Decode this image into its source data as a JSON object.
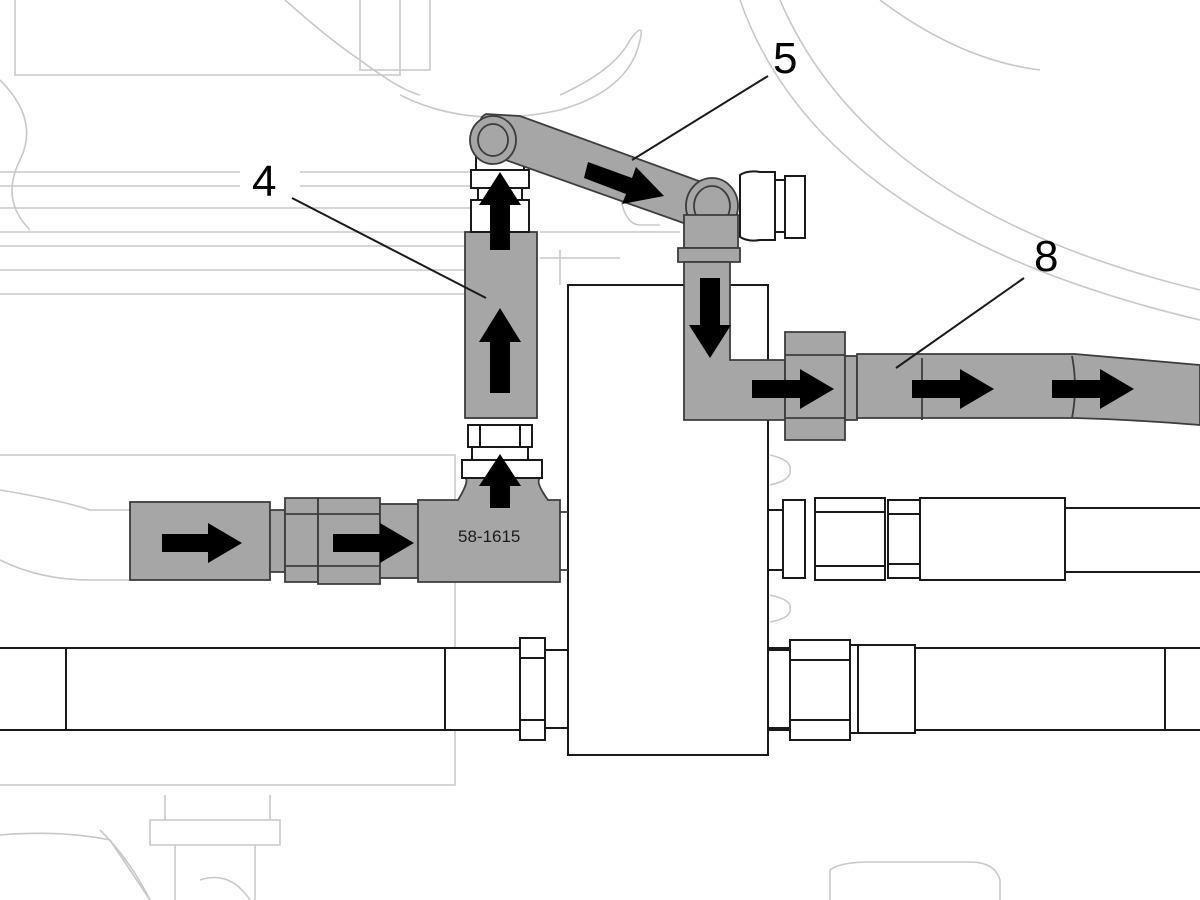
{
  "callouts": [
    {
      "id": "4",
      "label": "4"
    },
    {
      "id": "5",
      "label": "5"
    },
    {
      "id": "8",
      "label": "8"
    }
  ],
  "fitting_stamp": "58-1615",
  "colors": {
    "flow_path": "#a6a6a6",
    "arrow": "#000000",
    "background_lines": "#c8c8c8",
    "outline": "#1a1a1a"
  },
  "icons": [
    "arrow-right-icon",
    "arrow-up-icon",
    "arrow-down-icon"
  ]
}
